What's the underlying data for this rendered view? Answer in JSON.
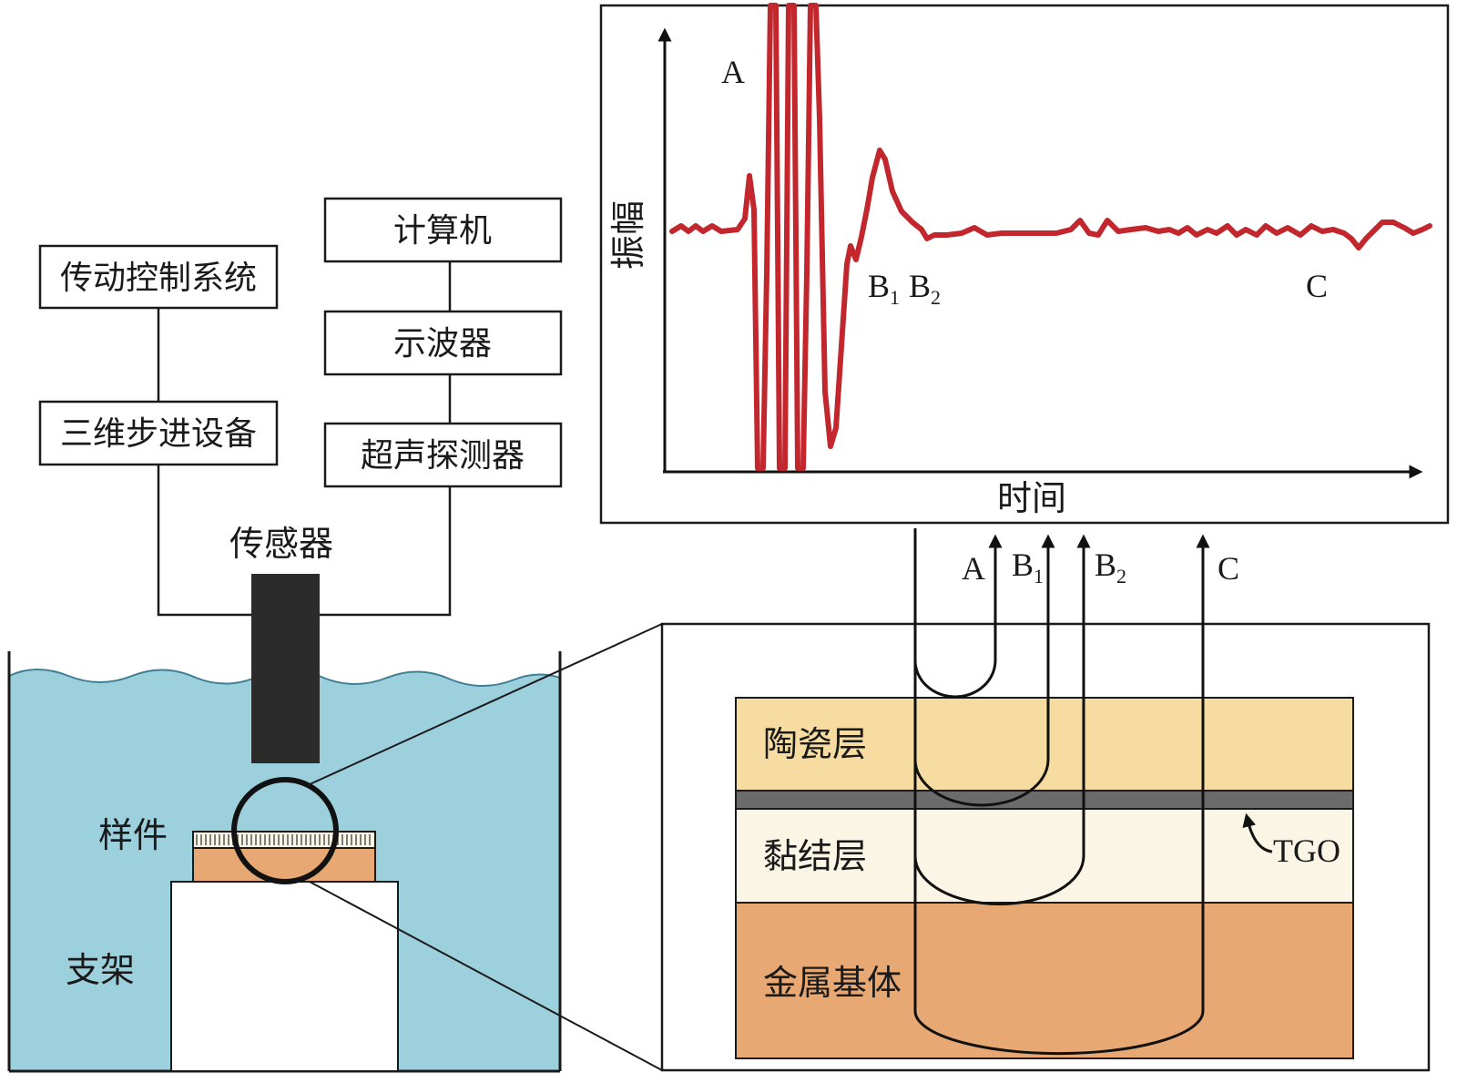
{
  "blocks": {
    "computer": "计算机",
    "oscilloscope": "示波器",
    "ultrasonic_detector": "超声探测器",
    "drive_control": "传动控制系统",
    "stepper": "三维步进设备"
  },
  "tank": {
    "sensor": "传感器",
    "sample": "样件",
    "holder": "支架"
  },
  "graph": {
    "ylabel": "振幅",
    "xlabel": "时间",
    "peak_a": "A",
    "peak_b_letter": "B",
    "peak_b1_sub": "1",
    "peak_b2_sub": "2",
    "peak_c": "C",
    "line_color": "#c1272d"
  },
  "detail": {
    "ceramic_layer": "陶瓷层",
    "bond_layer": "黏结层",
    "metal_substrate": "金属基体",
    "tgo": "TGO",
    "arrow_a": "A",
    "arrow_b_letter": "B",
    "arrow_b1_sub": "1",
    "arrow_b2_sub": "2",
    "arrow_c": "C",
    "colors": {
      "ceramic": "#f6dca0",
      "tgo": "#6b6b6b",
      "bond": "#fbf5e6",
      "metal": "#e7a873",
      "water": "#9dd0dd"
    }
  }
}
